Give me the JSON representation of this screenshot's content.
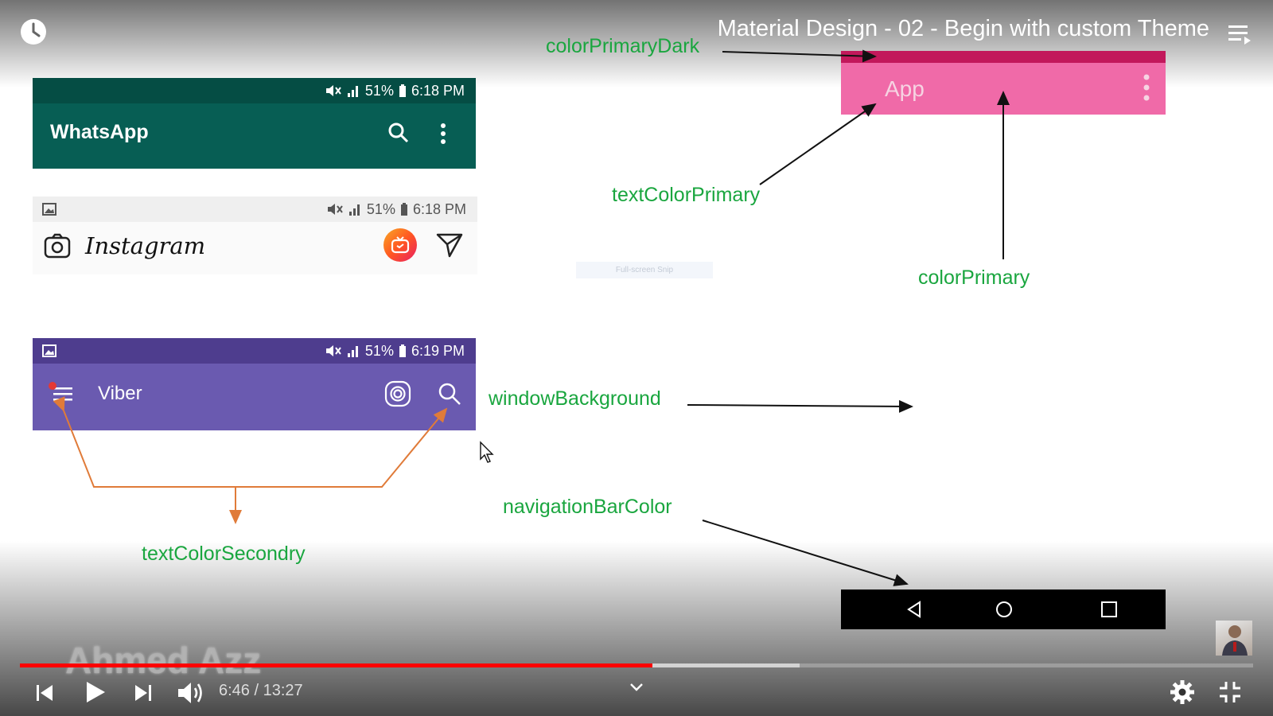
{
  "video": {
    "title": "Material Design - 02 - Begin with custom Theme",
    "current_time": "6:46",
    "separator": "/",
    "duration": "13:27",
    "progress_fraction": 0.513,
    "buffered_fraction": 0.632,
    "watermark": "Ahmed Azz"
  },
  "whatsapp": {
    "status": "51%",
    "time": "6:18 PM",
    "title": "WhatsApp"
  },
  "instagram": {
    "status": "51%",
    "time": "6:18 PM",
    "title": "Instagram"
  },
  "viber": {
    "status": "51%",
    "time": "6:19 PM",
    "title": "Viber"
  },
  "sample_app": {
    "title": "App"
  },
  "labels": {
    "colorPrimaryDark": "colorPrimaryDark",
    "textColorPrimary": "textColorPrimary",
    "colorPrimary": "colorPrimary",
    "windowBackground": "windowBackground",
    "navigationBarColor": "navigationBarColor",
    "textColorSecondry": "textColorSecondry"
  },
  "snip_hint": "Full-screen Snip",
  "colors": {
    "whatsapp_dark": "#054d44",
    "whatsapp": "#075e54",
    "viber_dark": "#4e3d8e",
    "viber": "#6a5ab0",
    "app_dark": "#c2185b",
    "app": "#f06aa8",
    "label_green": "#1aa63f",
    "arrow_orange": "#e07b39",
    "progress_red": "#ff0000"
  }
}
